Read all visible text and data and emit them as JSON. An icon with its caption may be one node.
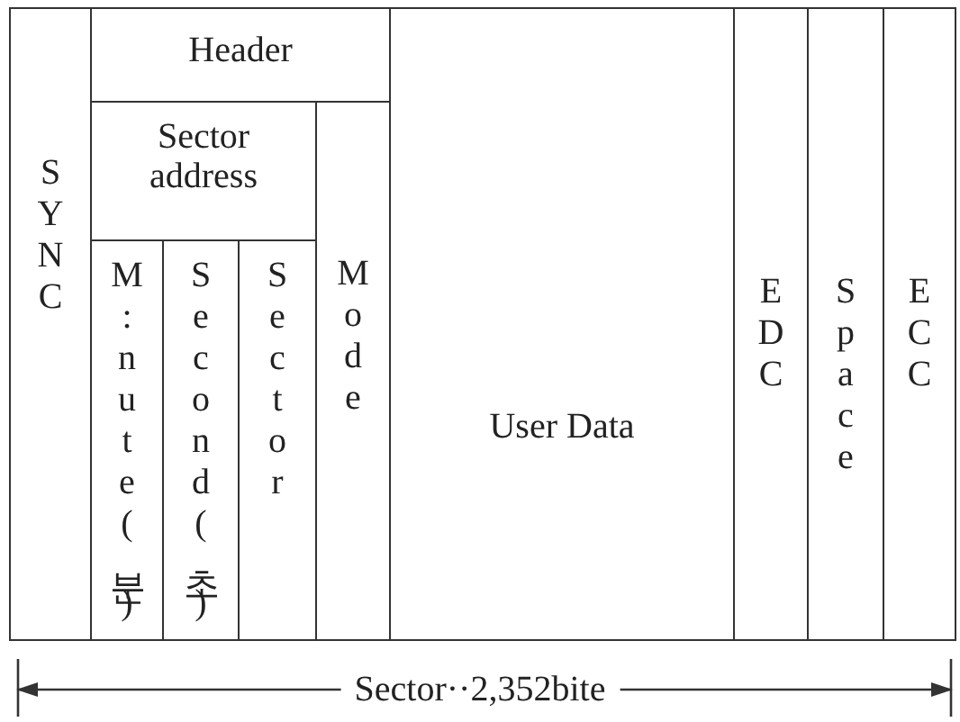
{
  "diagram": {
    "nodes": [
      {
        "text": [
          "SYNC"
        ]
      },
      {
        "text": [
          "Header"
        ]
      },
      {
        "text": [
          "Sector address"
        ]
      },
      {
        "text": [
          "M:nute(분)"
        ]
      },
      {
        "text": [
          "Second(초)"
        ]
      },
      {
        "text": [
          "Sector"
        ]
      },
      {
        "text": [
          "Mode"
        ]
      },
      {
        "text": [
          "User Data"
        ]
      },
      {
        "text": [
          "EDC"
        ]
      },
      {
        "text": [
          "Space"
        ]
      },
      {
        "text": [
          "ECC"
        ]
      }
    ],
    "labels": [
      "Sector··2,352bite"
    ]
  }
}
